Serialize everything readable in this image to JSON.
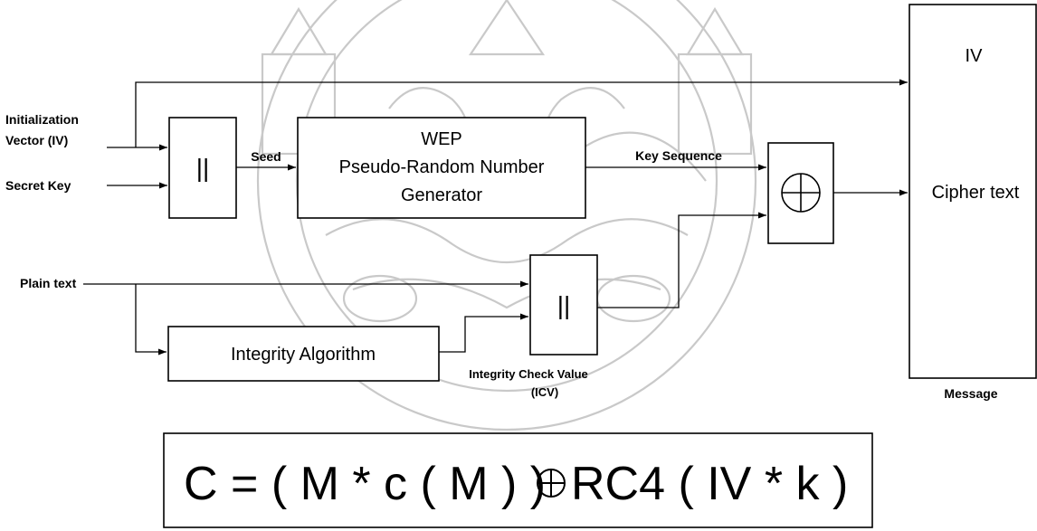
{
  "inputs": {
    "iv_line1": "Initialization",
    "iv_line2": "Vector (IV)",
    "secret_key": "Secret Key",
    "plain_text": "Plain text"
  },
  "blocks": {
    "concat_symbol": "||",
    "seed": "Seed",
    "prng_line1": "WEP",
    "prng_line2": "Pseudo-Random Number",
    "prng_line3": "Generator",
    "key_sequence": "Key Sequence",
    "integrity_algorithm": "Integrity Algorithm",
    "icv_line1": "Integrity Check Value",
    "icv_line2": "(ICV)"
  },
  "message": {
    "iv": "IV",
    "cipher_text": "Cipher text",
    "caption": "Message"
  },
  "formula": {
    "lhs": "C = ( M * c ( M ) )",
    "xor_symbol": "⊕",
    "rhs": "RC4 ( IV * k )"
  },
  "colors": {
    "ink": "#000000",
    "watermark": "#c9c9c9"
  }
}
